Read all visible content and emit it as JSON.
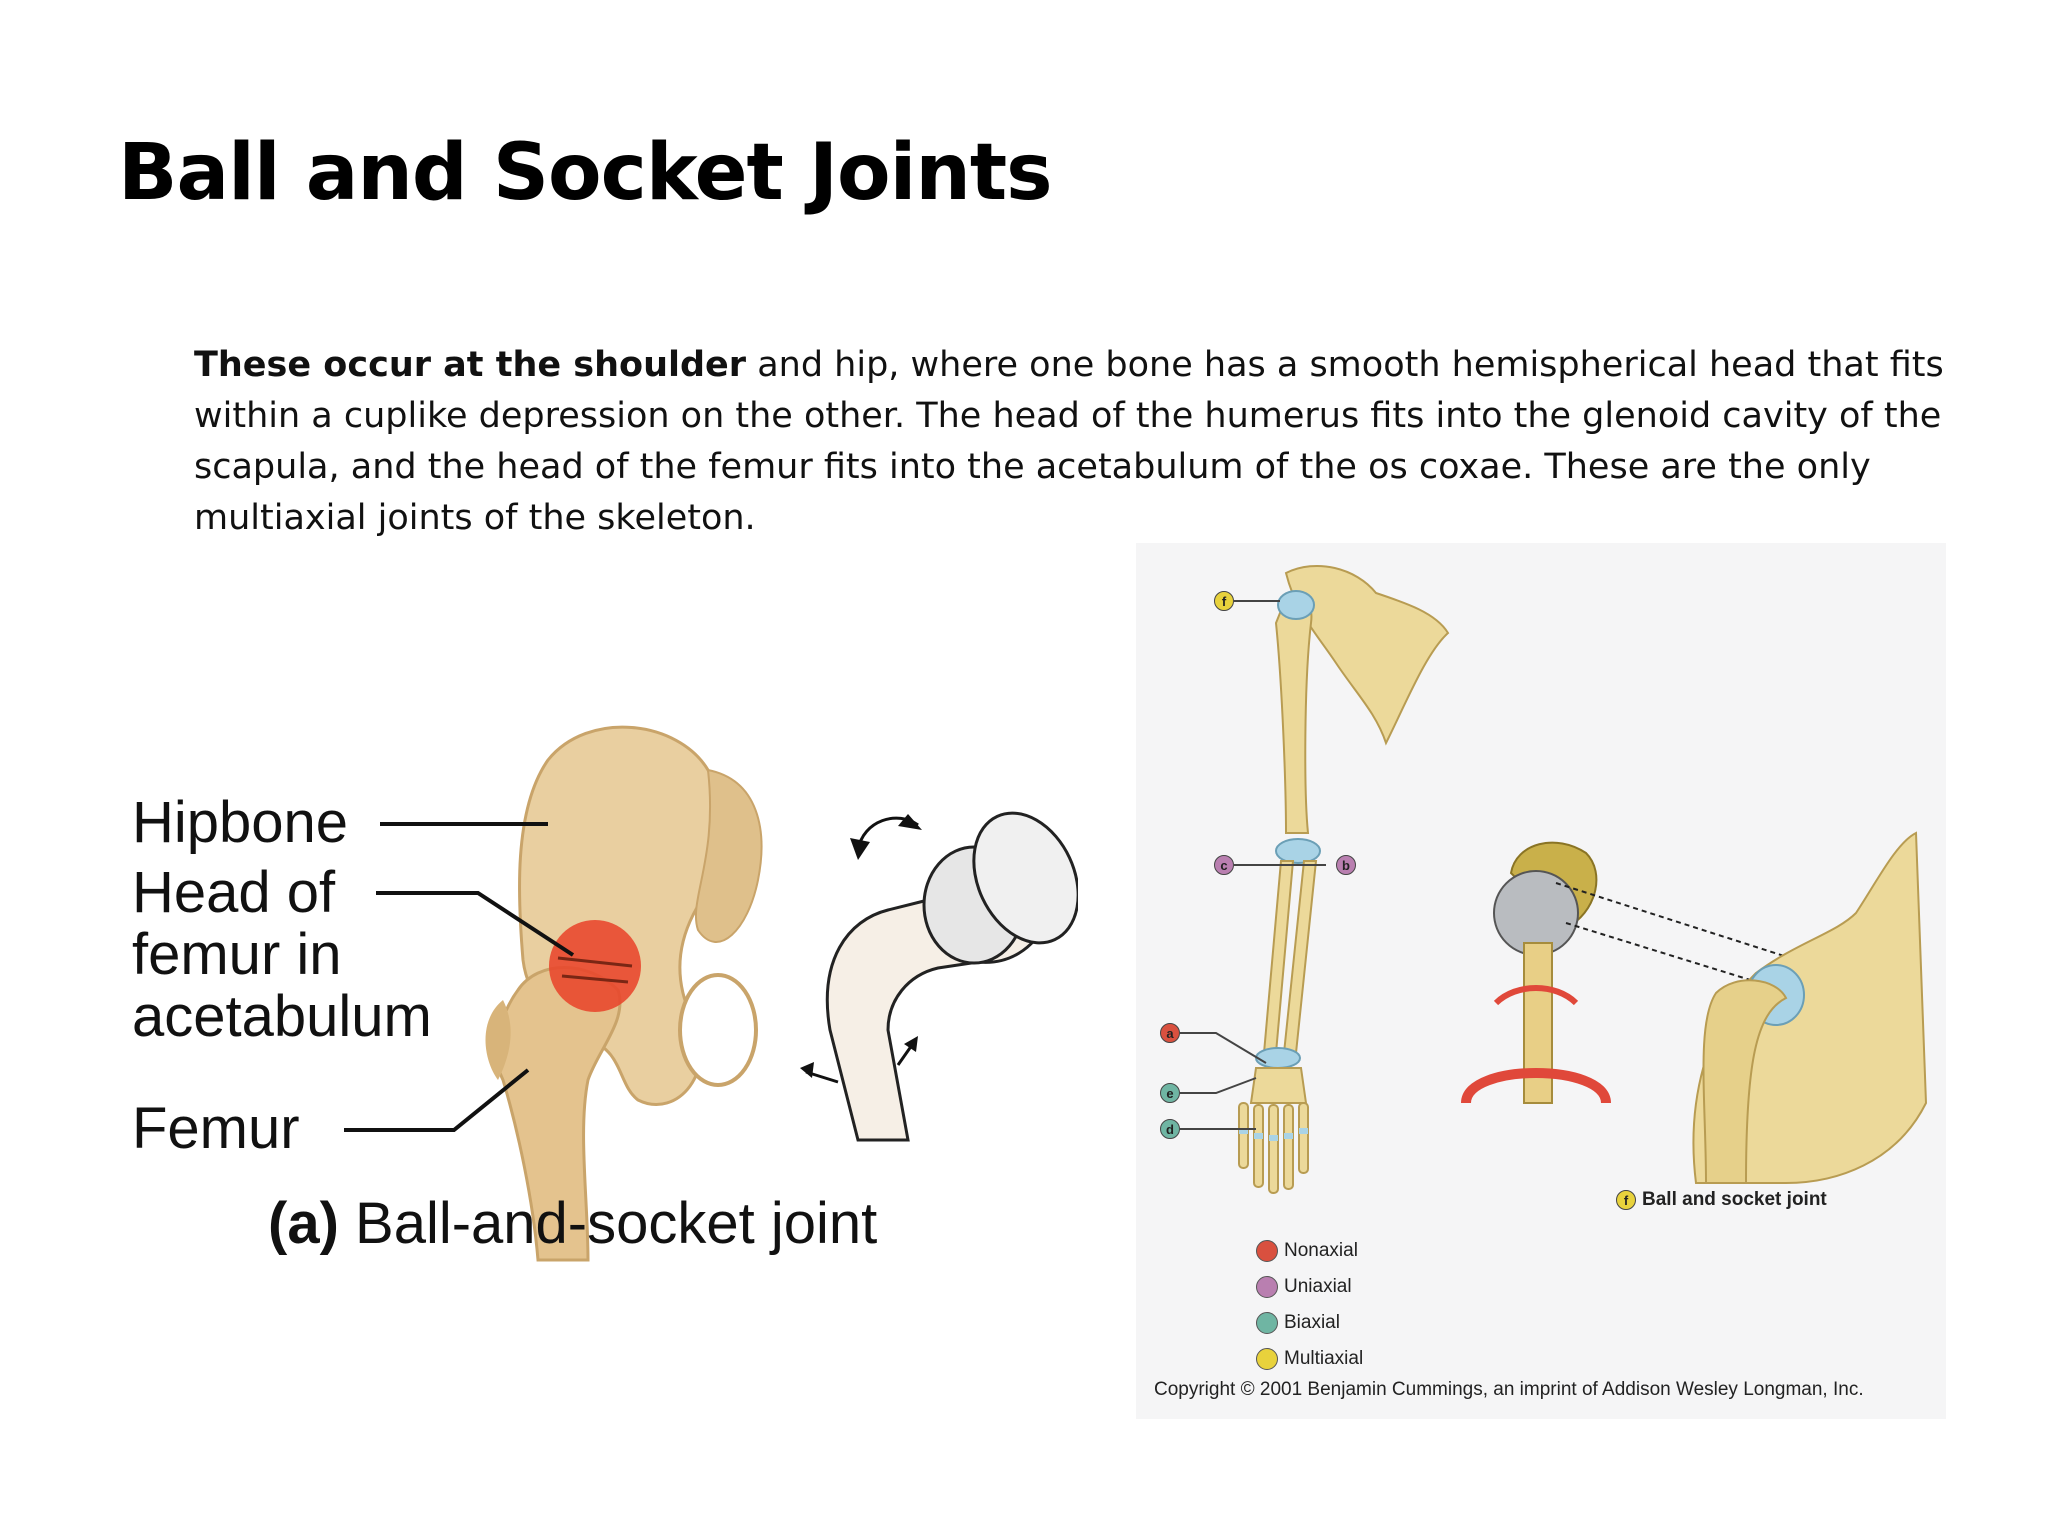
{
  "slide": {
    "title": "Ball and Socket Joints",
    "body_bold": "These occur at the shoulder",
    "body_rest": " and hip, where one bone has a smooth hemispherical head that fits within a cuplike depression on the other. The head of the humerus fits into the glenoid cavity of the scapula, and the head of the femur fits into the acetabulum of the os coxae. These are the only multiaxial joints of the skeleton."
  },
  "figure_left": {
    "label_hipbone": "Hipbone",
    "label_head_1": "Head of",
    "label_head_2": "femur in",
    "label_head_3": "acetabulum",
    "label_femur": "Femur",
    "caption_letter": "(a)",
    "caption_text": " Ball-and-socket joint"
  },
  "figure_right": {
    "tags": {
      "f": "f",
      "c": "c",
      "b": "b",
      "a": "a",
      "e": "e",
      "d": "d"
    },
    "legend": [
      {
        "label": "Nonaxial",
        "color": "#d9503f"
      },
      {
        "label": "Uniaxial",
        "color": "#b97fb0"
      },
      {
        "label": "Biaxial",
        "color": "#6fb5a3"
      },
      {
        "label": "Multiaxial",
        "color": "#e8d23c"
      }
    ],
    "joint_caption_tag": "f",
    "joint_caption": "Ball and socket joint",
    "copyright": "Copyright © 2001 Benjamin Cummings, an imprint of Addison Wesley Longman, Inc."
  }
}
